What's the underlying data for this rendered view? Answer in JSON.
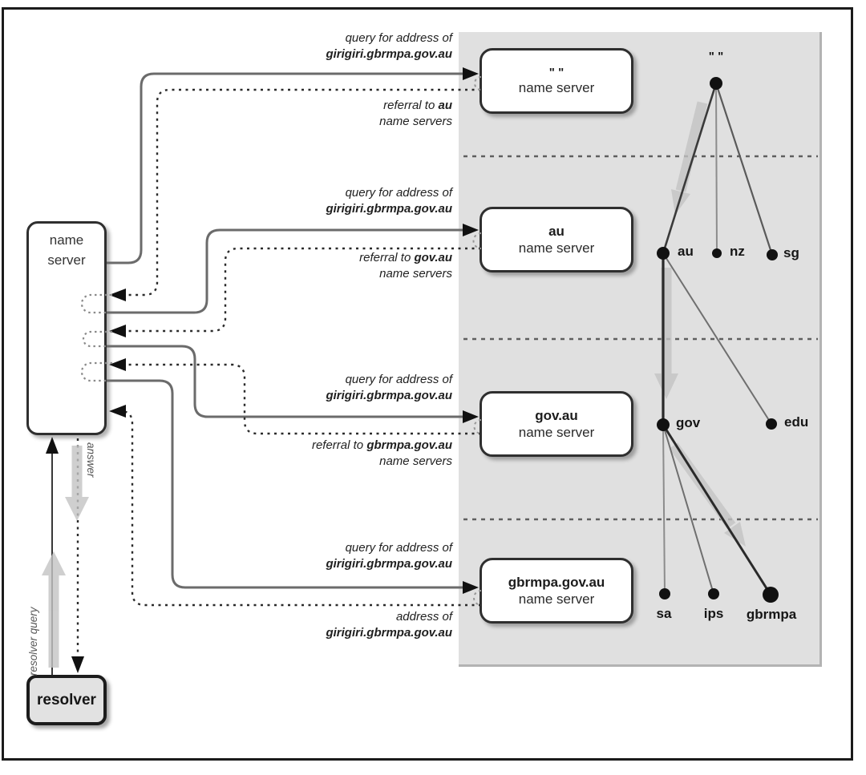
{
  "diagram": {
    "left_name_server": {
      "line1": "name",
      "line2": "server"
    },
    "resolver": {
      "label": "resolver"
    },
    "vertical_labels": {
      "resolver_query": "resolver query",
      "answer": "answer"
    }
  },
  "servers": [
    {
      "title": "\" \"",
      "subtitle": "name server"
    },
    {
      "title": "au",
      "subtitle": "name server"
    },
    {
      "title": "gov.au",
      "subtitle": "name server"
    },
    {
      "title": "gbrmpa.gov.au",
      "subtitle": "name server"
    }
  ],
  "annotations": [
    {
      "type": "query",
      "line1": "query for address of",
      "domain": "girigiri.gbrmpa.gov.au"
    },
    {
      "type": "referral",
      "pre": "referral to ",
      "domain": "au",
      "line2": "name servers"
    },
    {
      "type": "query",
      "line1": "query for address of",
      "domain": "girigiri.gbrmpa.gov.au"
    },
    {
      "type": "referral",
      "pre": "referral to ",
      "domain": "gov.au",
      "line2": "name servers"
    },
    {
      "type": "query",
      "line1": "query for address of",
      "domain": "girigiri.gbrmpa.gov.au"
    },
    {
      "type": "referral",
      "pre": "referral to ",
      "domain": "gbrmpa.gov.au",
      "line2": "name servers"
    },
    {
      "type": "query",
      "line1": "query for address of",
      "domain": "girigiri.gbrmpa.gov.au"
    },
    {
      "type": "answer",
      "line1": "address of",
      "domain": "girigiri.gbrmpa.gov.au"
    }
  ],
  "tree": {
    "root_label": "\" \"",
    "labels": {
      "au": "au",
      "nz": "nz",
      "sg": "sg",
      "gov": "gov",
      "edu": "edu",
      "sa": "sa",
      "ips": "ips",
      "gbrmpa": "gbrmpa"
    }
  },
  "colors": {
    "panel": "#e0e0e0",
    "box_border": "#2f2f2f",
    "solid_line": "#6b6b6b",
    "dashed_line": "#2b2b2b",
    "gray_arrow": "#c4c4c4"
  }
}
